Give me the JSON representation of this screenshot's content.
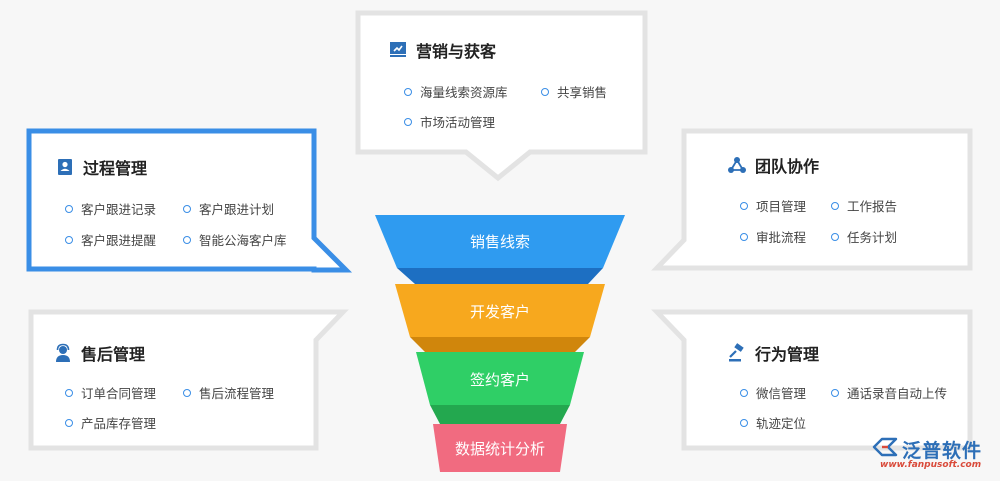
{
  "colors": {
    "accent": "#3a8ee6",
    "stage1": "#2f9bf0",
    "stage2": "#f7a81e",
    "stage3": "#2fcf66",
    "stage4": "#f16b80",
    "card_border": "#e3e3e3",
    "card_border_active": "#3a8ee6"
  },
  "cards": {
    "marketing": {
      "title": "营销与获客",
      "icon": "presentation-board-icon",
      "items": [
        "海量线索资源库",
        "共享销售",
        "市场活动管理"
      ]
    },
    "process": {
      "title": "过程管理",
      "icon": "id-card-icon",
      "items": [
        "客户跟进记录",
        "客户跟进计划",
        "客户跟进提醒",
        "智能公海客户库"
      ]
    },
    "team": {
      "title": "团队协作",
      "icon": "network-nodes-icon",
      "items": [
        "项目管理",
        "工作报告",
        "审批流程",
        "任务计划"
      ]
    },
    "aftersales": {
      "title": "售后管理",
      "icon": "support-agent-icon",
      "items": [
        "订单合同管理",
        "售后流程管理",
        "产品库存管理"
      ]
    },
    "behavior": {
      "title": "行为管理",
      "icon": "gavel-icon",
      "items": [
        "微信管理",
        "通话录音自动上传",
        "轨迹定位"
      ]
    }
  },
  "funnel": [
    "销售线索",
    "开发客户",
    "签约客户",
    "数据统计分析"
  ],
  "brand": {
    "name": "泛普软件",
    "url": "www.fanpusoft.com",
    "icon": "fanpu-logo-icon"
  }
}
